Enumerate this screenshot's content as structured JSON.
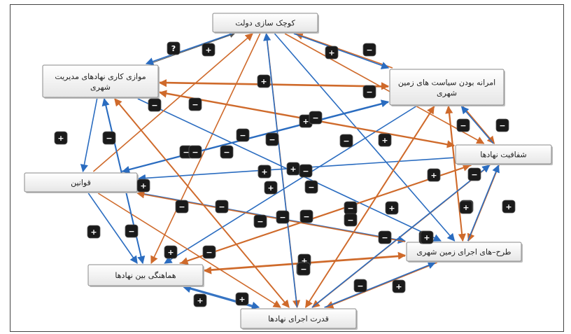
{
  "colors": {
    "positive": "#2a6cc0",
    "negative": "#cf6a2b",
    "neutral": "#555555",
    "badge": "#1a1a1a"
  },
  "nodes": [
    {
      "id": "n1",
      "label": "کوچک سازی دولت"
    },
    {
      "id": "n2",
      "label": "موازی کاری نهادهای مدیریت",
      "label2": "شهری"
    },
    {
      "id": "n3",
      "label": "امرانه بودن سیاست های زمین",
      "label2": "شهری"
    },
    {
      "id": "n4",
      "label": "شفافیت نهادها"
    },
    {
      "id": "n5",
      "label": "قوانین"
    },
    {
      "id": "n6",
      "label": "طرح–های اجرای زمین شهری"
    },
    {
      "id": "n7",
      "label": "هماهنگی بین نهادها"
    },
    {
      "id": "n8",
      "label": "قدرت اجرای نهادها"
    }
  ],
  "edges": [
    {
      "from": "n2",
      "to": "n1",
      "type": "neutral"
    },
    {
      "from": "n1",
      "to": "n2",
      "type": "positive"
    },
    {
      "from": "n3",
      "to": "n1",
      "type": "negative"
    },
    {
      "from": "n1",
      "to": "n3",
      "type": "positive"
    },
    {
      "from": "n1",
      "to": "n4",
      "type": "negative"
    },
    {
      "from": "n1",
      "to": "n6",
      "type": "positive"
    },
    {
      "from": "n1",
      "to": "n8",
      "type": "negative"
    },
    {
      "from": "n1",
      "to": "n7",
      "type": "negative"
    },
    {
      "from": "n2",
      "to": "n5",
      "type": "positive"
    },
    {
      "from": "n2",
      "to": "n3",
      "type": "negative"
    },
    {
      "from": "n3",
      "to": "n2",
      "type": "negative"
    },
    {
      "from": "n2",
      "to": "n4",
      "type": "negative"
    },
    {
      "from": "n2",
      "to": "n7",
      "type": "positive"
    },
    {
      "from": "n2",
      "to": "n8",
      "type": "negative"
    },
    {
      "from": "n2",
      "to": "n6",
      "type": "positive"
    },
    {
      "from": "n3",
      "to": "n4",
      "type": "negative"
    },
    {
      "from": "n3",
      "to": "n5",
      "type": "positive"
    },
    {
      "from": "n3",
      "to": "n7",
      "type": "positive"
    },
    {
      "from": "n3",
      "to": "n8",
      "type": "negative"
    },
    {
      "from": "n3",
      "to": "n6",
      "type": "negative"
    },
    {
      "from": "n4",
      "to": "n2",
      "type": "negative"
    },
    {
      "from": "n4",
      "to": "n3",
      "type": "positive"
    },
    {
      "from": "n4",
      "to": "n5",
      "type": "positive"
    },
    {
      "from": "n4",
      "to": "n7",
      "type": "negative"
    },
    {
      "from": "n4",
      "to": "n8",
      "type": "negative"
    },
    {
      "from": "n4",
      "to": "n6",
      "type": "negative"
    },
    {
      "from": "n5",
      "to": "n7",
      "type": "positive"
    },
    {
      "from": "n5",
      "to": "n8",
      "type": "negative"
    },
    {
      "from": "n5",
      "to": "n6",
      "type": "positive"
    },
    {
      "from": "n5",
      "to": "n3",
      "type": "positive"
    },
    {
      "from": "n5",
      "to": "n1",
      "type": "negative"
    },
    {
      "from": "n6",
      "to": "n5",
      "type": "negative"
    },
    {
      "from": "n6",
      "to": "n7",
      "type": "negative"
    },
    {
      "from": "n6",
      "to": "n8",
      "type": "negative"
    },
    {
      "from": "n6",
      "to": "n4",
      "type": "positive"
    },
    {
      "from": "n6",
      "to": "n3",
      "type": "negative"
    },
    {
      "from": "n7",
      "to": "n8",
      "type": "positive"
    },
    {
      "from": "n7",
      "to": "n2",
      "type": "positive"
    },
    {
      "from": "n7",
      "to": "n6",
      "type": "negative"
    },
    {
      "from": "n7",
      "to": "n4",
      "type": "negative"
    },
    {
      "from": "n8",
      "to": "n7",
      "type": "positive"
    },
    {
      "from": "n8",
      "to": "n6",
      "type": "positive"
    },
    {
      "from": "n8",
      "to": "n4",
      "type": "positive"
    },
    {
      "from": "n8",
      "to": "n3",
      "type": "negative"
    },
    {
      "from": "n8",
      "to": "n1",
      "type": "positive"
    },
    {
      "from": "n8",
      "to": "n2",
      "type": "negative"
    }
  ],
  "badges": [
    {
      "sign": "?"
    },
    {
      "sign": "+"
    },
    {
      "sign": "+"
    },
    {
      "sign": "−"
    },
    {
      "sign": "+"
    },
    {
      "sign": "−"
    },
    {
      "sign": "−"
    },
    {
      "sign": "−"
    },
    {
      "sign": "+"
    },
    {
      "sign": "−"
    },
    {
      "sign": "−"
    },
    {
      "sign": "−"
    },
    {
      "sign": "+"
    },
    {
      "sign": "−"
    },
    {
      "sign": "−"
    },
    {
      "sign": "−"
    },
    {
      "sign": "−"
    },
    {
      "sign": "+"
    },
    {
      "sign": "−"
    },
    {
      "sign": "−"
    },
    {
      "sign": "+"
    },
    {
      "sign": "+"
    },
    {
      "sign": "−"
    },
    {
      "sign": "+"
    },
    {
      "sign": "−"
    },
    {
      "sign": "+"
    },
    {
      "sign": "+"
    },
    {
      "sign": "−"
    },
    {
      "sign": "−"
    },
    {
      "sign": "−"
    },
    {
      "sign": "−"
    },
    {
      "sign": "+"
    },
    {
      "sign": "−"
    },
    {
      "sign": "−"
    },
    {
      "sign": "−"
    },
    {
      "sign": "−"
    },
    {
      "sign": "−"
    },
    {
      "sign": "−"
    },
    {
      "sign": "+"
    },
    {
      "sign": "+"
    },
    {
      "sign": "+"
    },
    {
      "sign": "−"
    },
    {
      "sign": "+"
    },
    {
      "sign": "−"
    },
    {
      "sign": "+"
    },
    {
      "sign": "−"
    },
    {
      "sign": "−"
    },
    {
      "sign": "+"
    },
    {
      "sign": "+"
    },
    {
      "sign": "+"
    },
    {
      "sign": "−"
    },
    {
      "sign": "+"
    },
    {
      "sign": "+"
    },
    {
      "sign": "−"
    },
    {
      "sign": "+"
    }
  ]
}
